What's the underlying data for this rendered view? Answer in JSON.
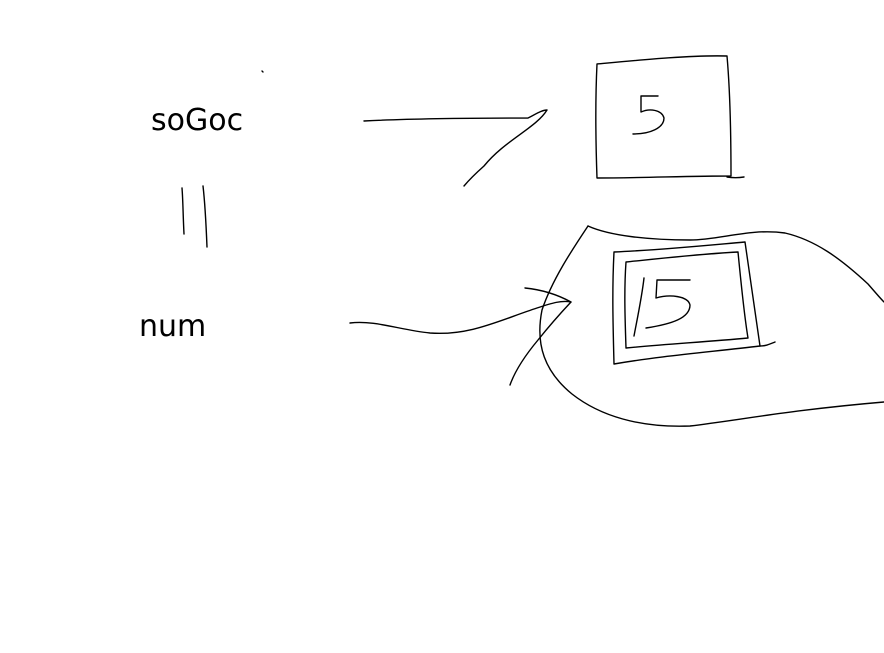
{
  "labels": {
    "so_goc": "soGoc",
    "num": "num"
  },
  "boxes": {
    "top_value": "5",
    "bottom_value": "5"
  },
  "colors": {
    "ink": "#000000",
    "background": "#ffffff"
  }
}
